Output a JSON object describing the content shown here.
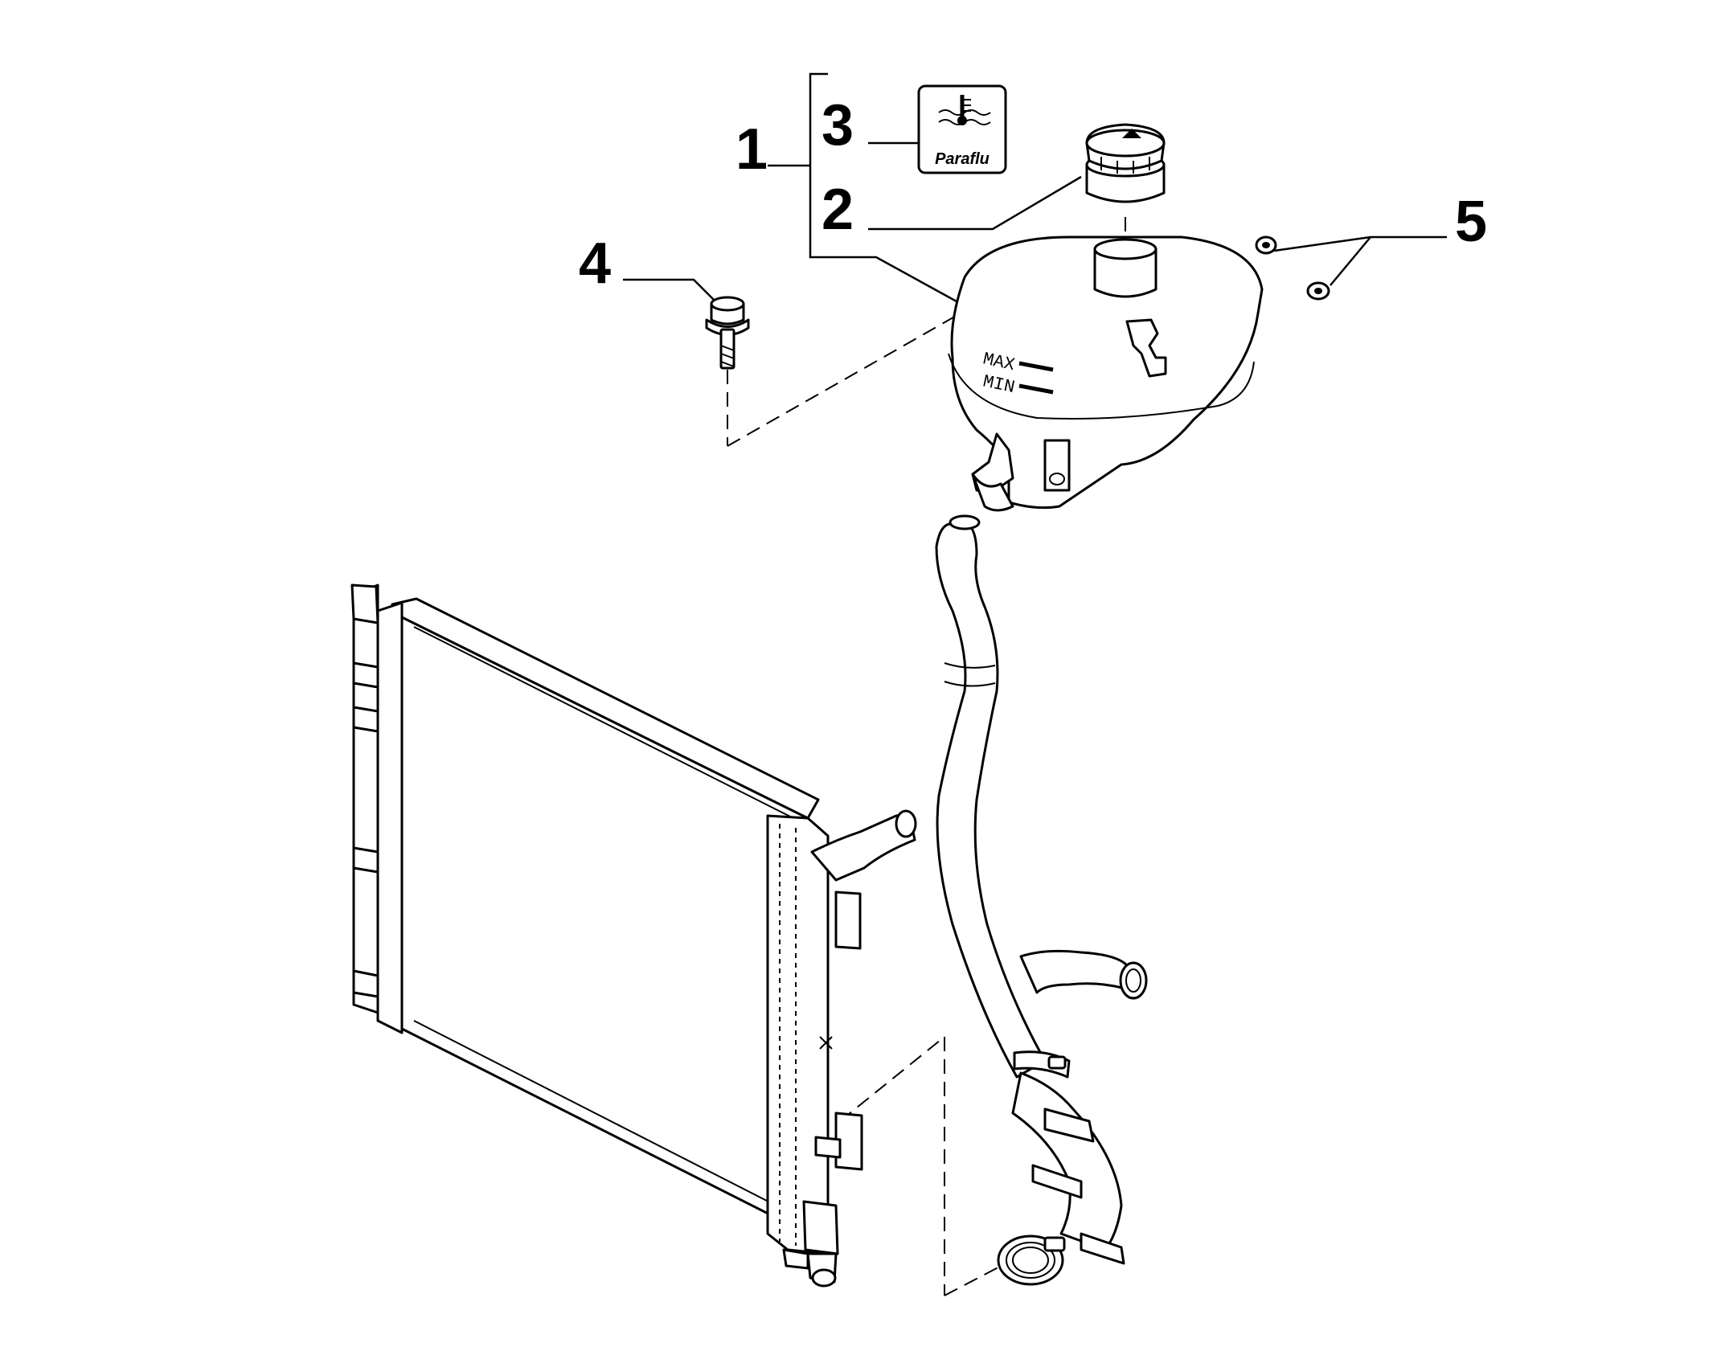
{
  "callouts": [
    {
      "id": "1",
      "label": "1"
    },
    {
      "id": "2",
      "label": "2"
    },
    {
      "id": "3",
      "label": "3"
    },
    {
      "id": "4",
      "label": "4"
    },
    {
      "id": "5",
      "label": "5"
    }
  ],
  "label_box": {
    "text": "Paraflu",
    "icon": "thermometer-coolant-icon"
  },
  "tank_marks": {
    "max": "MAX",
    "min": "MIN"
  },
  "colors": {
    "line": "#000000",
    "background": "#ffffff"
  }
}
